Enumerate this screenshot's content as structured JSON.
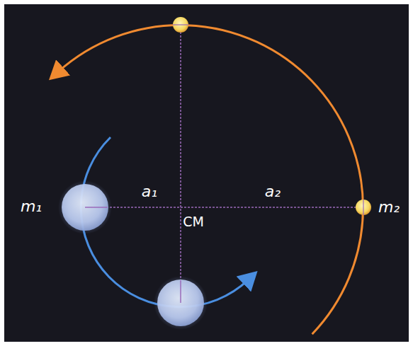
{
  "diagram": {
    "labels": [
      "m₁",
      "a₁",
      "a₂",
      "CM",
      "m₂"
    ]
  }
}
